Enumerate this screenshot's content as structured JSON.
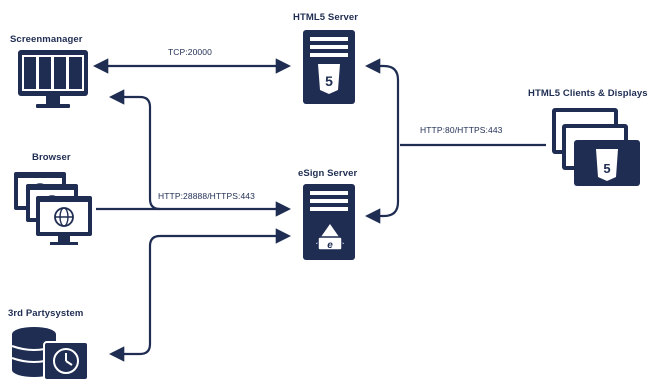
{
  "nodes": {
    "screenmanager": "Screenmanager",
    "html5_server": "HTML5 Server",
    "html5_clients": "HTML5 Clients & Displays",
    "browser": "Browser",
    "esign_server": "eSign Server",
    "third_party": "3rd Partysystem"
  },
  "edges": {
    "tcp": "TCP:20000",
    "http_80": "HTTP:80/HTTPS:443",
    "http_28888": "HTTP:28888/HTTPS:443"
  },
  "colors": {
    "primary": "#1f2d52",
    "background": "#ffffff"
  },
  "icons": {
    "screenmanager": "monitor-grid-icon",
    "html5_server": "server-html5-icon",
    "esign_server": "server-esign-icon",
    "browser": "browser-windows-icon",
    "html5_clients": "html5-devices-icon",
    "third_party": "database-clock-icon"
  }
}
